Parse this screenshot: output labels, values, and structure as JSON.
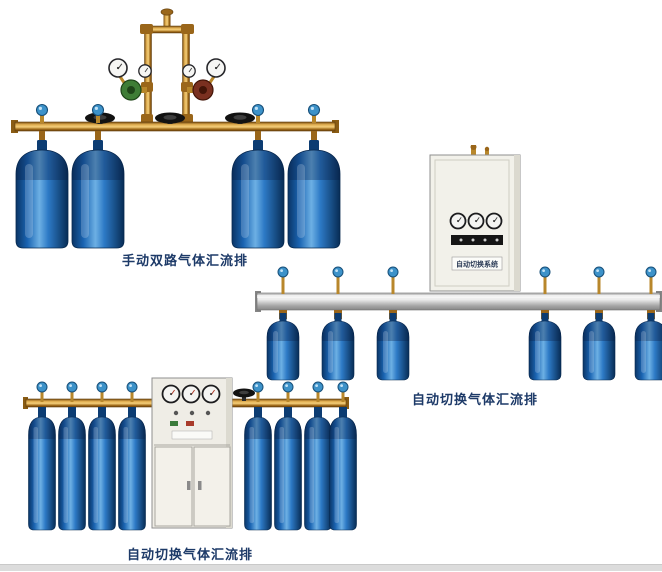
{
  "page": {
    "background": "#ffffff",
    "footer_line_color": "#dcdcdc"
  },
  "products": [
    {
      "id": "manual-dual-gas-manifold",
      "caption": "手动双路气体汇流排",
      "cylinder_count": 4
    },
    {
      "id": "auto-switch-gas-manifold-rail",
      "caption": "自动切换气体汇流排",
      "cabinet_label": "自动切换系统",
      "cylinder_count": 6
    },
    {
      "id": "auto-switch-gas-manifold-cabinet",
      "caption": "自动切换气体汇流排",
      "cylinder_count": 8
    }
  ],
  "colors": {
    "caption_text": "#1d3a68",
    "cylinder_blue": "#1d6ab8",
    "brass_pipe": "#c8922f",
    "rail_silver": "#d9d9d9",
    "cabinet_body": "#f2f1ea",
    "regulator_green": "#3f7d36",
    "regulator_maroon": "#7a3020"
  }
}
